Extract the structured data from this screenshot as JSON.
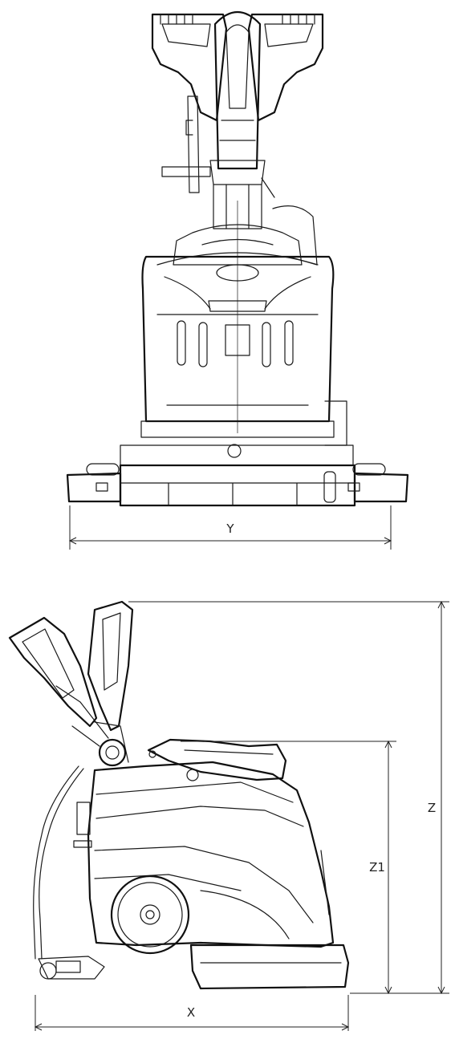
{
  "dimensions": {
    "width_label": "Y",
    "length_label": "X",
    "height_label": "Z",
    "height_handle_down_label": "Z1"
  }
}
